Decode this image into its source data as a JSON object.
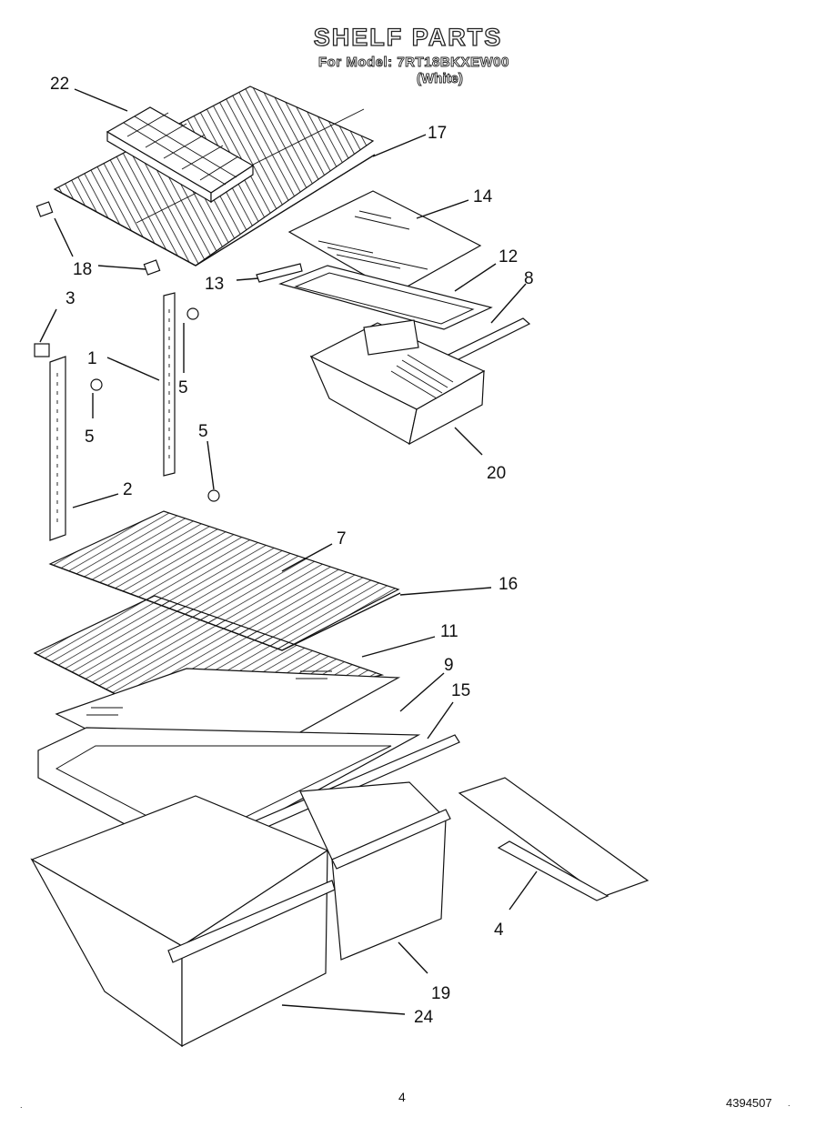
{
  "header": {
    "title": "SHELF PARTS",
    "model_line": "For Model: 7RT18BKXEW00",
    "variant": "(White)"
  },
  "callouts": {
    "c22": "22",
    "c17": "17",
    "c14": "14",
    "c12": "12",
    "c8": "8",
    "c13": "13",
    "c18": "18",
    "c3": "3",
    "c1": "1",
    "c5a": "5",
    "c5b": "5",
    "c5c": "5",
    "c2": "2",
    "c20": "20",
    "c7": "7",
    "c16": "16",
    "c11": "11",
    "c9": "9",
    "c15": "15",
    "c4": "4",
    "c19": "19",
    "c24": "24"
  },
  "footer": {
    "page_number": "4",
    "document_number": "4394507",
    "left_mark": ".",
    "right_mark": "."
  }
}
